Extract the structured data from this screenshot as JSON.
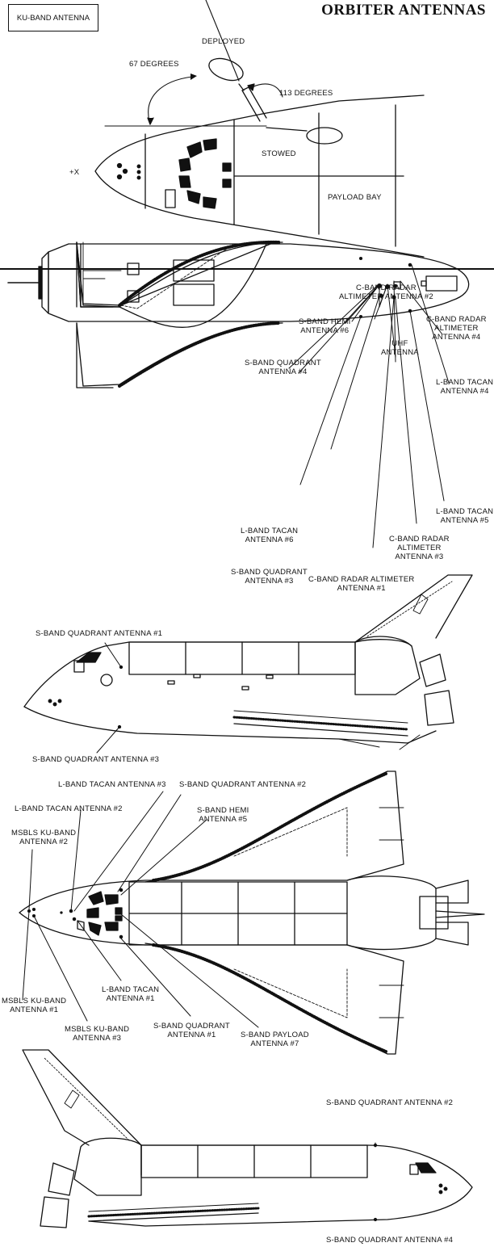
{
  "title": "ORBITER ANTENNAS",
  "inset": {
    "box_label": "KU-BAND ANTENNA",
    "deployed": "DEPLOYED",
    "stowed": "STOWED",
    "angle_a": "67 DEGREES",
    "angle_b": "113 DEGREES",
    "payload_bay": "PAYLOAD BAY",
    "axis": "+X"
  },
  "bottom_view": {
    "c_radar_2": [
      "C-BAND RADAR",
      "ALTIMETER ANTENNA #2"
    ],
    "s_hemi_6": [
      "S-BAND HEMI",
      "ANTENNA #6"
    ],
    "c_radar_4": [
      "C-BAND RADAR",
      "ALTIMETER",
      "ANTENNA #4"
    ],
    "uhf": [
      "UHF",
      "ANTENNA"
    ],
    "s_quad_4": [
      "S-BAND QUADRANT",
      "ANTENNA #4"
    ],
    "l_tacan_4": [
      "L-BAND TACAN",
      "ANTENNA #4"
    ],
    "l_tacan_6": [
      "L-BAND TACAN",
      "ANTENNA #6"
    ],
    "l_tacan_5": [
      "L-BAND TACAN",
      "ANTENNA #5"
    ],
    "c_radar_3": [
      "C-BAND RADAR",
      "ALTIMETER",
      "ANTENNA #3"
    ],
    "s_quad_3": [
      "S-BAND QUADRANT",
      "ANTENNA #3"
    ],
    "c_radar_1": [
      "C-BAND RADAR ALTIMETER",
      "ANTENNA #1"
    ]
  },
  "side_view_left": {
    "top": "S-BAND QUADRANT ANTENNA #1",
    "bottom": "S-BAND QUADRANT ANTENNA #3"
  },
  "top_view": {
    "l_tacan_3": "L-BAND TACAN ANTENNA #3",
    "s_quad_2": "S-BAND QUADRANT ANTENNA #2",
    "l_tacan_2": "L-BAND TACAN ANTENNA #2",
    "s_hemi_5": [
      "S-BAND HEMI",
      "ANTENNA #5"
    ],
    "msbls_2": [
      "MSBLS KU-BAND",
      "ANTENNA #2"
    ],
    "msbls_1": [
      "MSBLS KU-BAND",
      "ANTENNA #1"
    ],
    "l_tacan_1": [
      "L-BAND TACAN",
      "ANTENNA #1"
    ],
    "msbls_3": [
      "MSBLS KU-BAND",
      "ANTENNA #3"
    ],
    "s_quad_1": [
      "S-BAND QUADRANT",
      "ANTENNA #1"
    ],
    "s_payload_7": [
      "S-BAND PAYLOAD",
      "ANTENNA #7"
    ]
  },
  "side_view_right": {
    "top": "S-BAND QUADRANT ANTENNA #2",
    "bottom": "S-BAND QUADRANT ANTENNA #4"
  }
}
